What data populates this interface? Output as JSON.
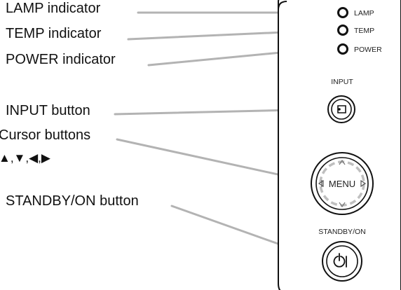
{
  "callouts": {
    "lamp_indicator": "LAMP indicator",
    "temp_indicator": "TEMP indicator",
    "power_indicator": "POWER indicator",
    "input_button": "INPUT button",
    "cursor_buttons": "Cursor buttons",
    "cursor_arrows": "▲,▼,◀,▶",
    "standby_button": "STANDBY/ON button"
  },
  "panel": {
    "lamp_label": "LAMP",
    "temp_label": "TEMP",
    "power_label": "POWER",
    "input_label": "INPUT",
    "menu_label": "MENU",
    "standby_label": "STANDBY/ON",
    "power_symbol_icon": "power-symbol-icon",
    "input_source_icon": "input-source-icon"
  },
  "colors": {
    "leader_line": "#b3b3b3",
    "outline": "#111111",
    "dashed_ring": "#bfbfbf",
    "background": "#ffffff"
  }
}
